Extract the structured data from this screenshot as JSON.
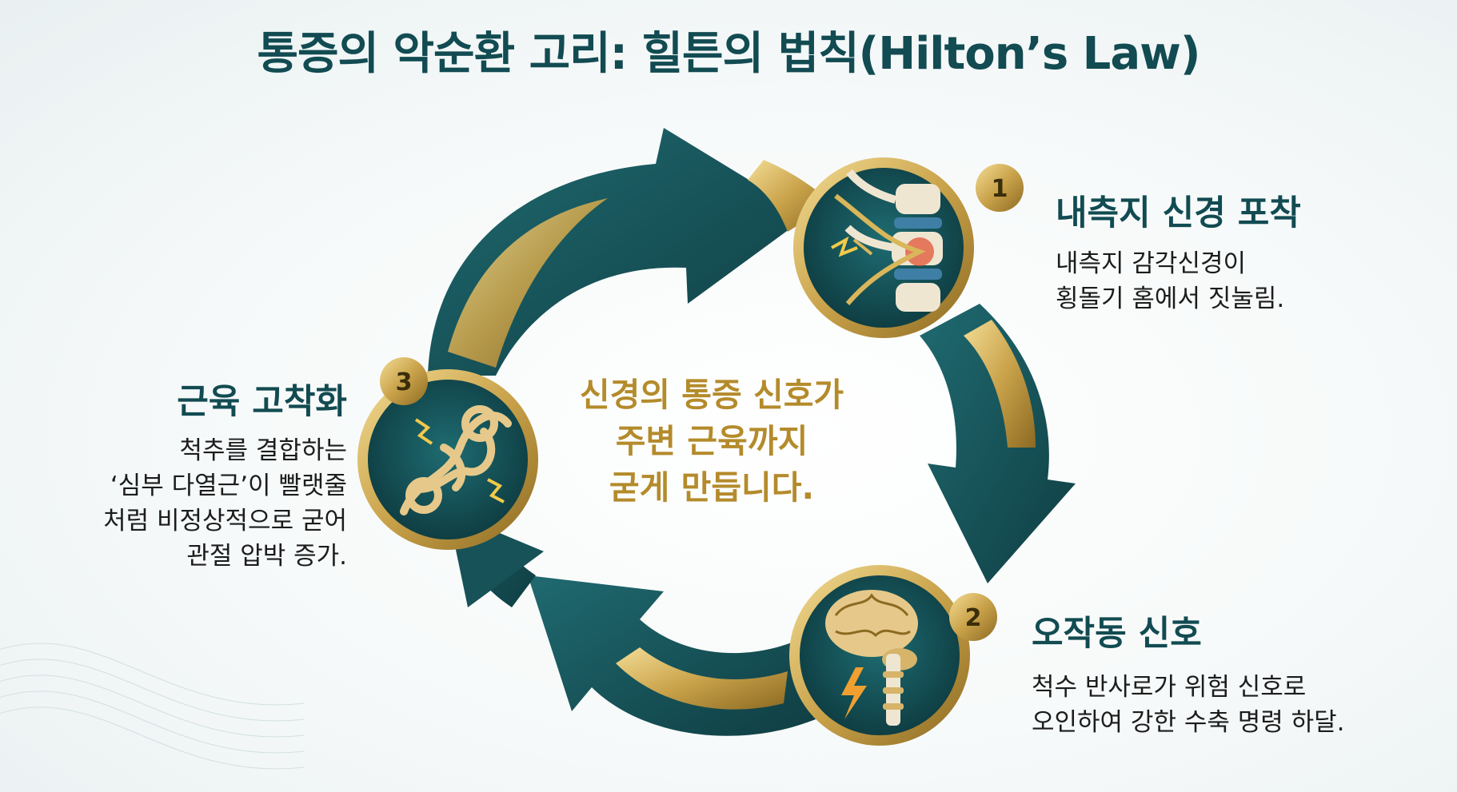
{
  "title": "통증의 악순환 고리: 힐튼의 법칙(Hilton’s Law)",
  "center_message": [
    "신경의 통증 신호가",
    "주변 근육까지",
    "굳게 만듭니다."
  ],
  "steps": [
    {
      "number": "1",
      "label": "내측지 신경 포착",
      "description": [
        "내측지 감각신경이",
        "횡돌기 홈에서 짓눌림."
      ],
      "icon": "spine-nerve-icon"
    },
    {
      "number": "2",
      "label": "오작동 신호",
      "description": [
        "척수 반사로가 위험 신호로",
        "오인하여 강한 수축 명령 하달."
      ],
      "icon": "brain-spinal-cord-icon"
    },
    {
      "number": "3",
      "label": "근육 고착화",
      "description": [
        "척추를 결합하는",
        "‘심부 다열근’이 빨랫줄",
        "처럼 비정상적으로 굳어",
        "관절 압박 증가."
      ],
      "icon": "knotted-rope-icon"
    }
  ],
  "colors": {
    "title": "#124b52",
    "arrow_teal": "#165258",
    "arrow_gold": "#c9a24a",
    "center_text": "#b48b2b",
    "badge_gold": "#d9b65a"
  }
}
